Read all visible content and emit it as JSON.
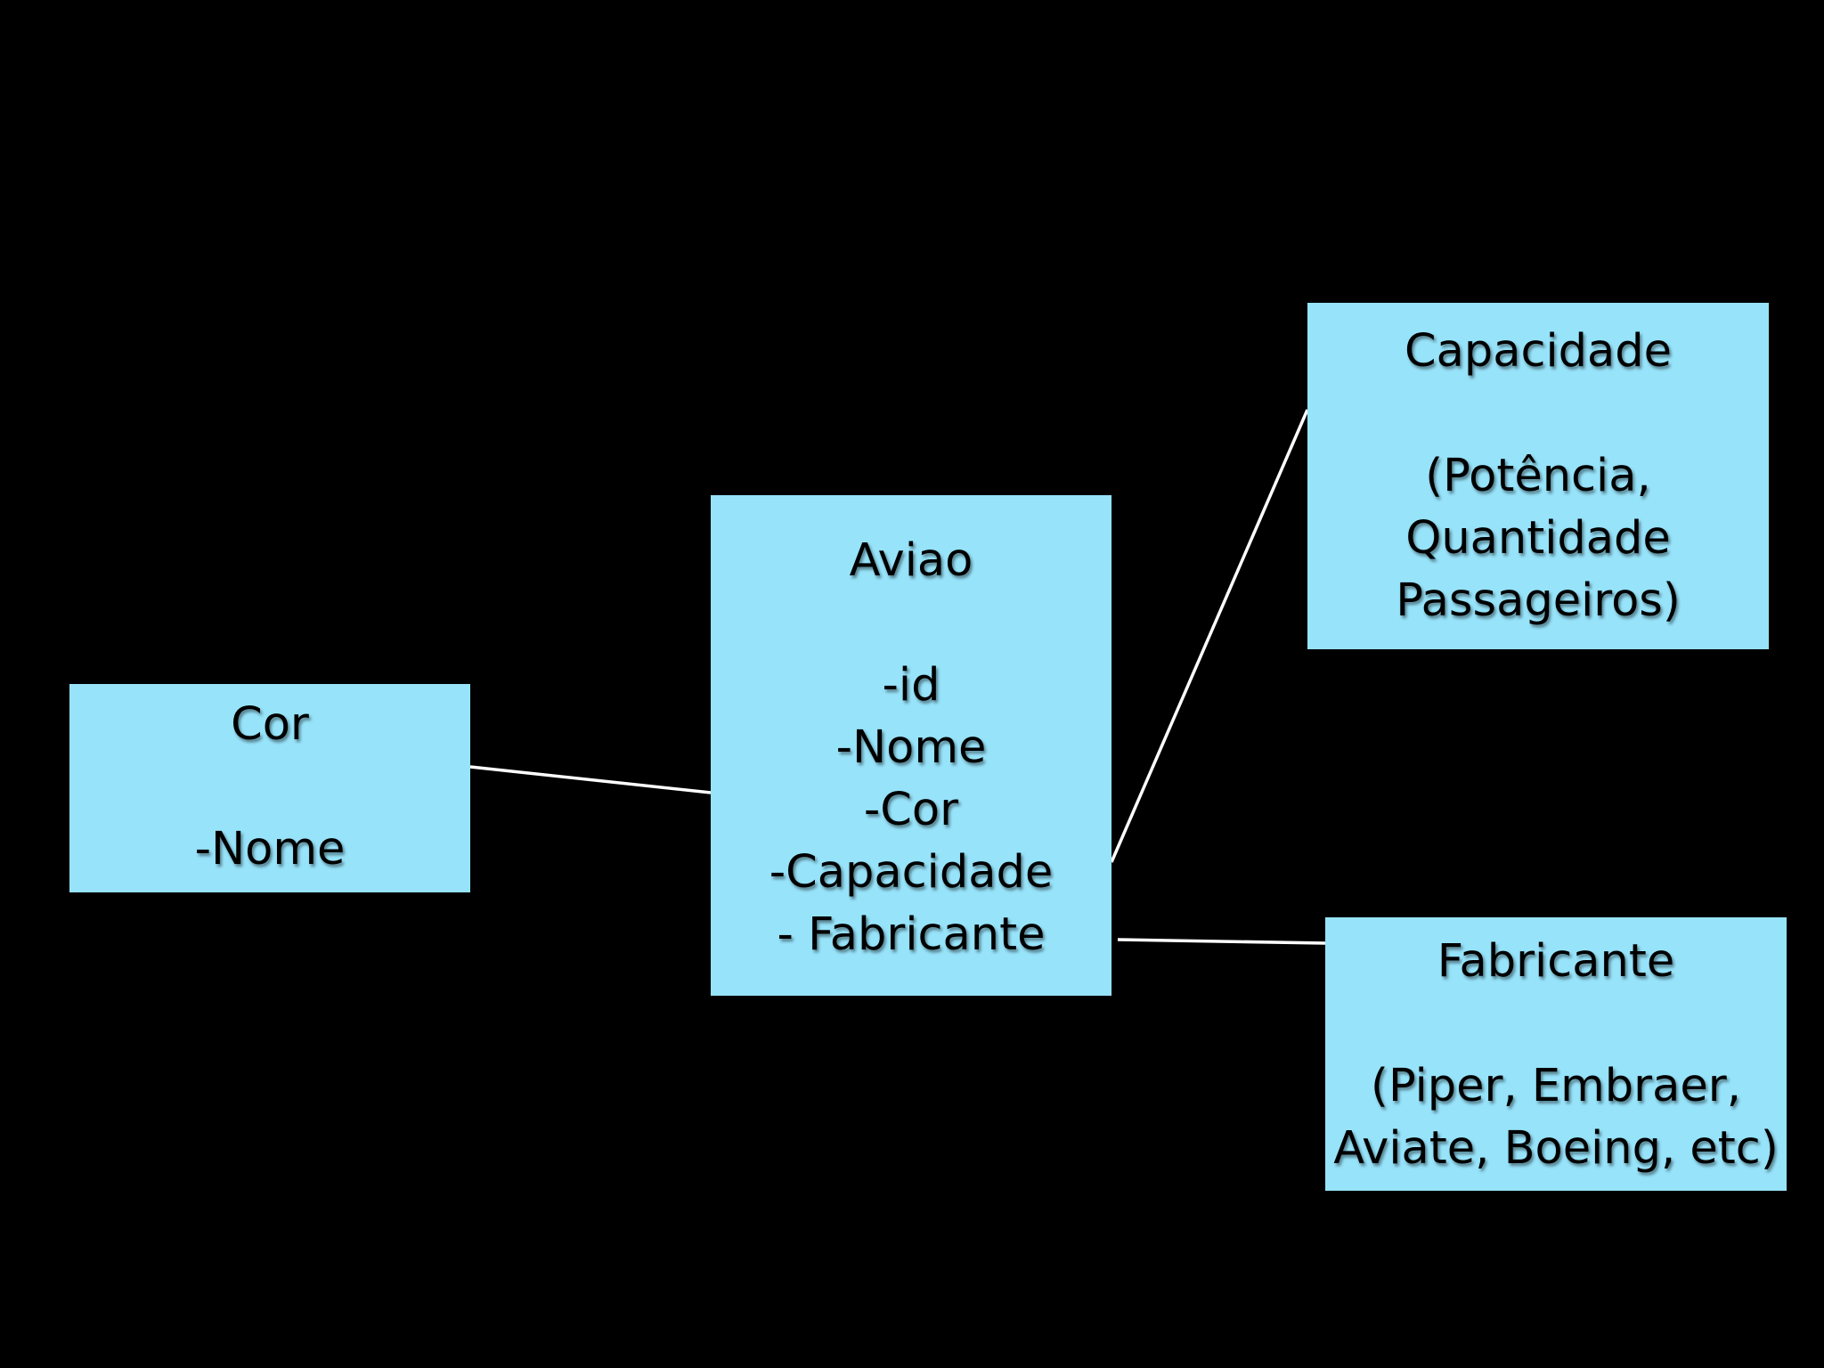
{
  "colors": {
    "background": "#000000",
    "box_fill": "#97e3fa",
    "connector": "#ffffff",
    "text": "#000000"
  },
  "boxes": {
    "cor": {
      "title": "Cor",
      "lines": [
        "-Nome"
      ]
    },
    "aviao": {
      "title": "Aviao",
      "lines": [
        "-id",
        "-Nome",
        "-Cor",
        "-Capacidade",
        "- Fabricante"
      ]
    },
    "capacidade": {
      "title": "Capacidade",
      "lines": [
        "(Potência,",
        "Quantidade",
        "Passageiros)"
      ]
    },
    "fabricante": {
      "title": "Fabricante",
      "lines": [
        "(Piper, Embraer,",
        "Aviate, Boeing, etc)"
      ]
    }
  },
  "connections": [
    {
      "from": "cor",
      "to": "aviao"
    },
    {
      "from": "aviao",
      "to": "capacidade"
    },
    {
      "from": "aviao",
      "to": "fabricante"
    }
  ]
}
